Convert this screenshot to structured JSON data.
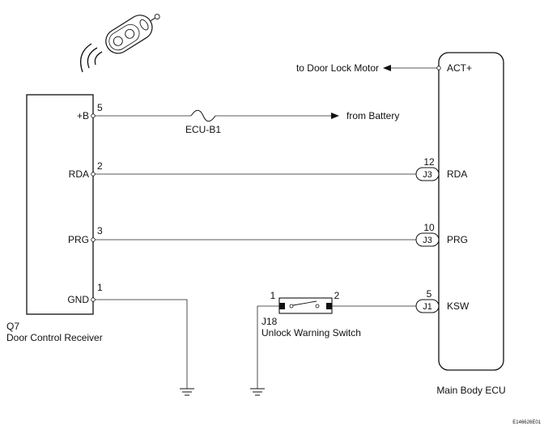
{
  "receiver": {
    "code": "Q7",
    "name": "Door Control Receiver",
    "pins": [
      {
        "label": "+B",
        "num": "5"
      },
      {
        "label": "RDA",
        "num": "2"
      },
      {
        "label": "PRG",
        "num": "3"
      },
      {
        "label": "GND",
        "num": "1"
      }
    ]
  },
  "ecu": {
    "name": "Main Body ECU",
    "pins": [
      {
        "label": "ACT+",
        "num": "",
        "connector": ""
      },
      {
        "label": "RDA",
        "num": "12",
        "connector": "J3"
      },
      {
        "label": "PRG",
        "num": "10",
        "connector": "J3"
      },
      {
        "label": "KSW",
        "num": "5",
        "connector": "J1"
      }
    ]
  },
  "fuse": {
    "label": "ECU-B1"
  },
  "battery_label": "from Battery",
  "motor_label": "to Door Lock Motor",
  "switch": {
    "code": "J18",
    "name": "Unlock Warning Switch",
    "pin_left": "1",
    "pin_right": "2"
  },
  "image_code": "E146626E01"
}
